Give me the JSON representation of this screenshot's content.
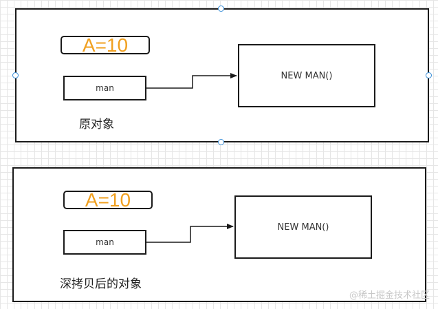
{
  "top_panel": {
    "value_label": "A=10",
    "ref_label": "man",
    "object_label": "NEW  MAN()",
    "caption": "原对象"
  },
  "bottom_panel": {
    "value_label": "A=10",
    "ref_label": "man",
    "object_label": "NEW  MAN()",
    "caption": "深拷贝后的对象"
  },
  "watermark": "@稀土掘金技术社区",
  "colors": {
    "value_text": "#f0a020",
    "handle": "#3a8fd9",
    "stroke": "#1a1a1a"
  }
}
